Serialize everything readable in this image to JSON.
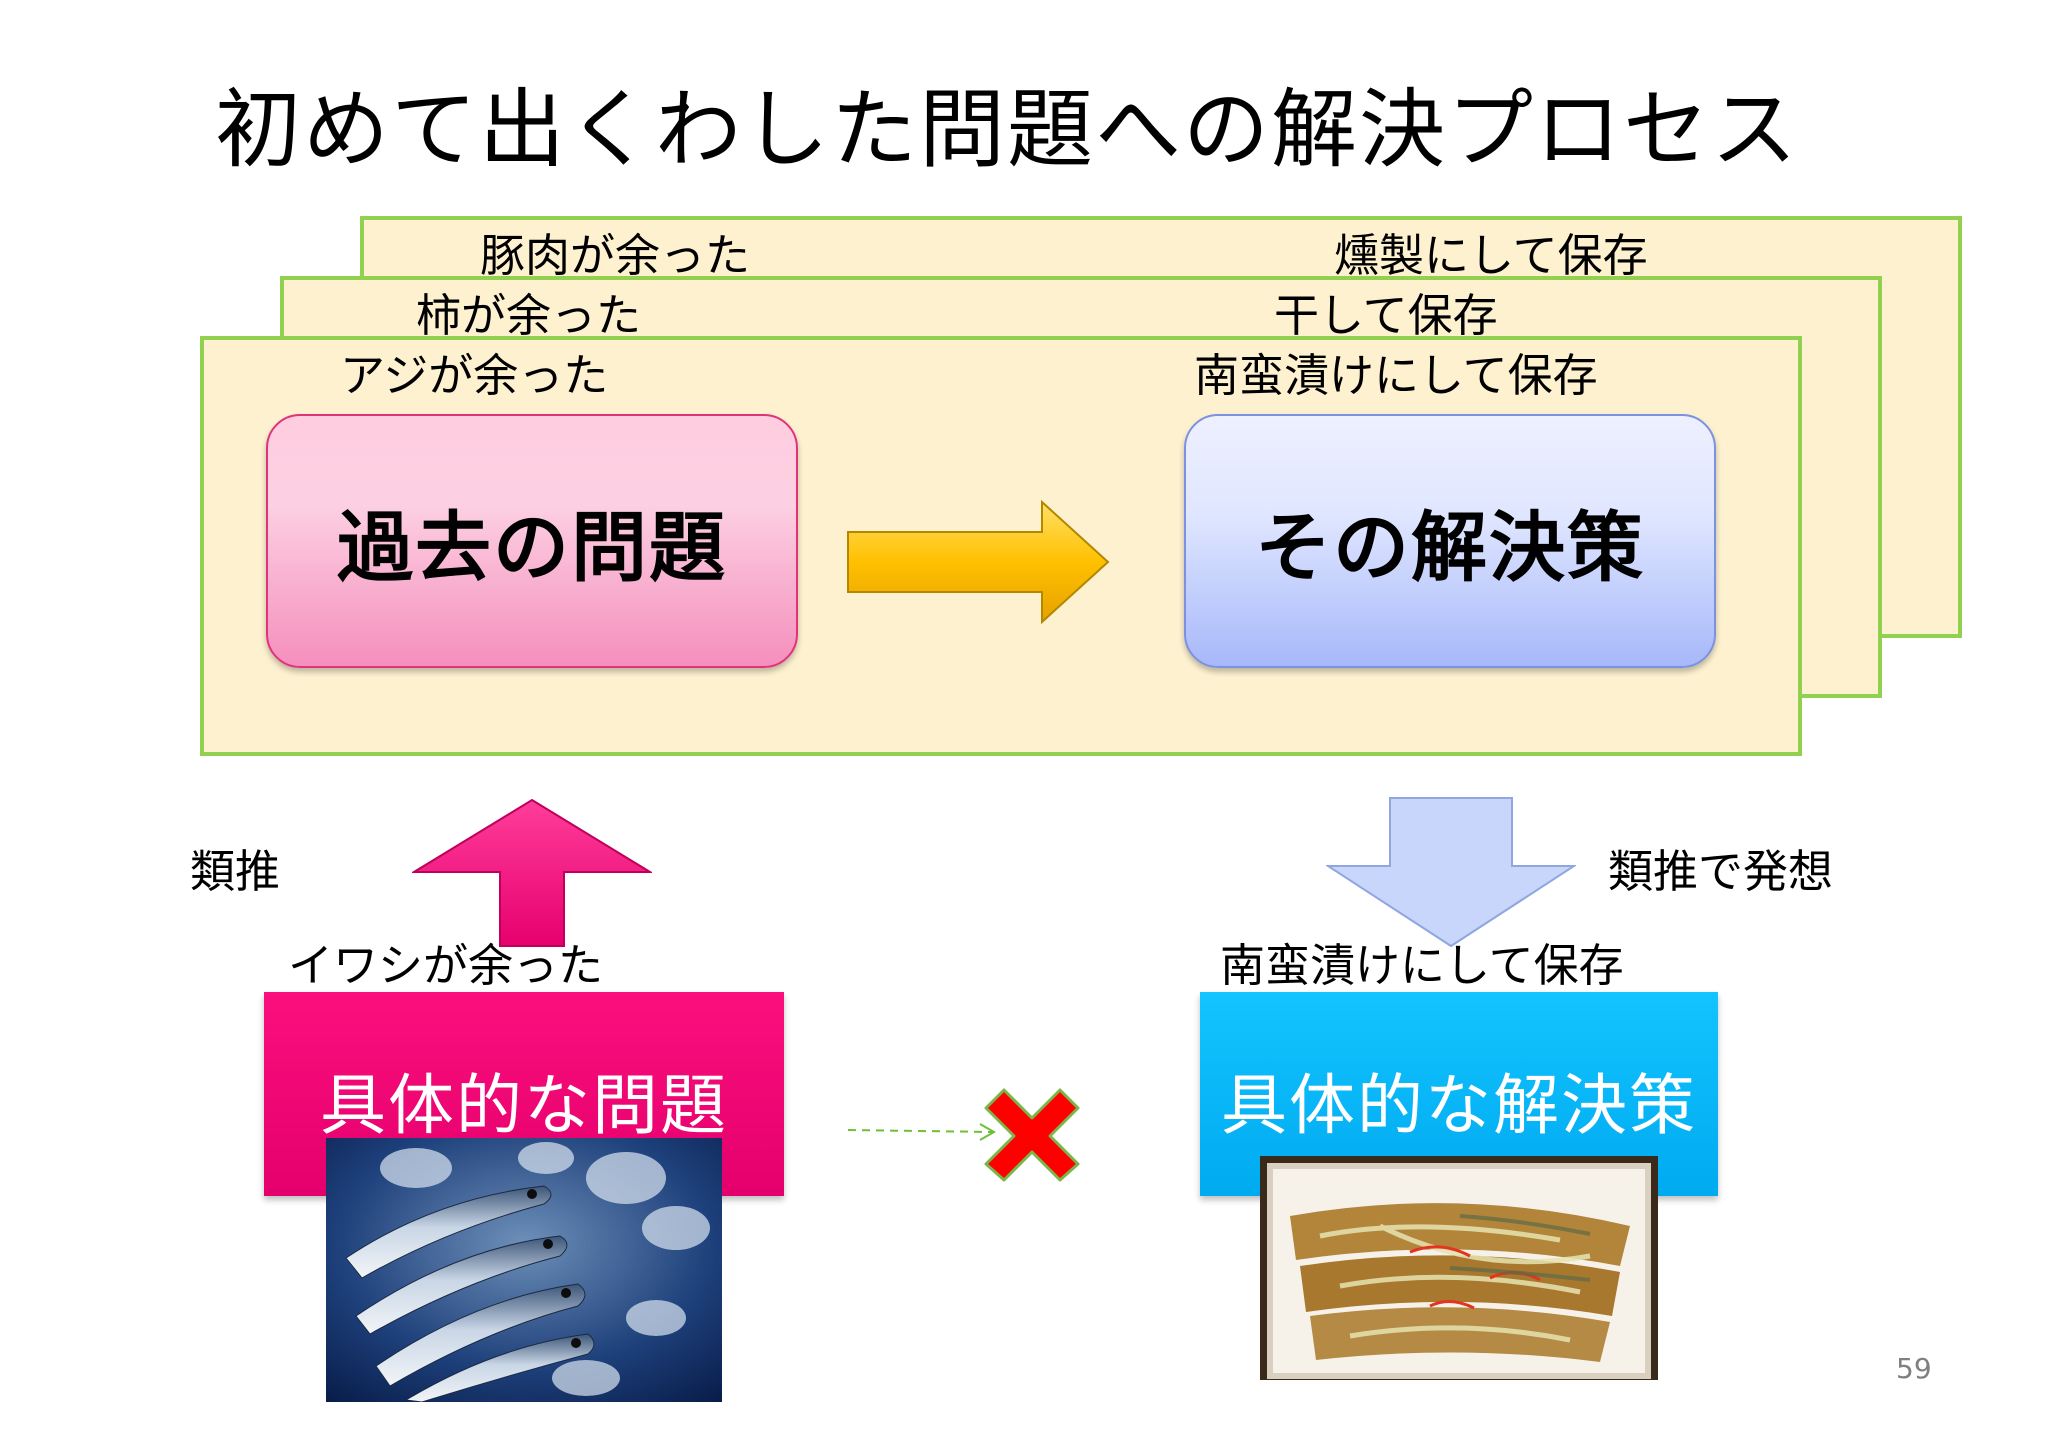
{
  "title": "初めて出くわした問題への解決プロセス",
  "cards": [
    {
      "problem": "豚肉が余った",
      "solution": "燻製にして保存"
    },
    {
      "problem": "柿が余った",
      "solution": "干して保存"
    },
    {
      "problem": "アジが余った",
      "solution": "南蛮漬けにして保存"
    }
  ],
  "past_problem_label": "過去の問題",
  "its_solution_label": "その解決策",
  "analogy_label": "類推",
  "analogy_idea_label": "類推で発想",
  "concrete_problem_caption": "イワシが余った",
  "concrete_solution_caption": "南蛮漬けにして保存",
  "concrete_problem_label": "具体的な問題",
  "concrete_solution_label": "具体的な解決策",
  "page_number": "59",
  "colors": {
    "card_fill": "#fdf1d0",
    "card_border": "#92d050",
    "pink_box": "#f9a8cc",
    "blue_box": "#c3cffd",
    "yellow_arrow": "#ffc000",
    "magenta": "#f5077b",
    "light_blue_arrow": "#c8d6fb",
    "cyan": "#0ab8f8",
    "red_x": "#ff0000"
  },
  "icons": {
    "right_arrow": "yellow-right-arrow-icon",
    "up_arrow": "magenta-up-arrow-icon",
    "down_arrow": "light-blue-down-arrow-icon",
    "no_direct_link": "red-x-icon",
    "dashed_link": "dashed-arrow-icon"
  }
}
